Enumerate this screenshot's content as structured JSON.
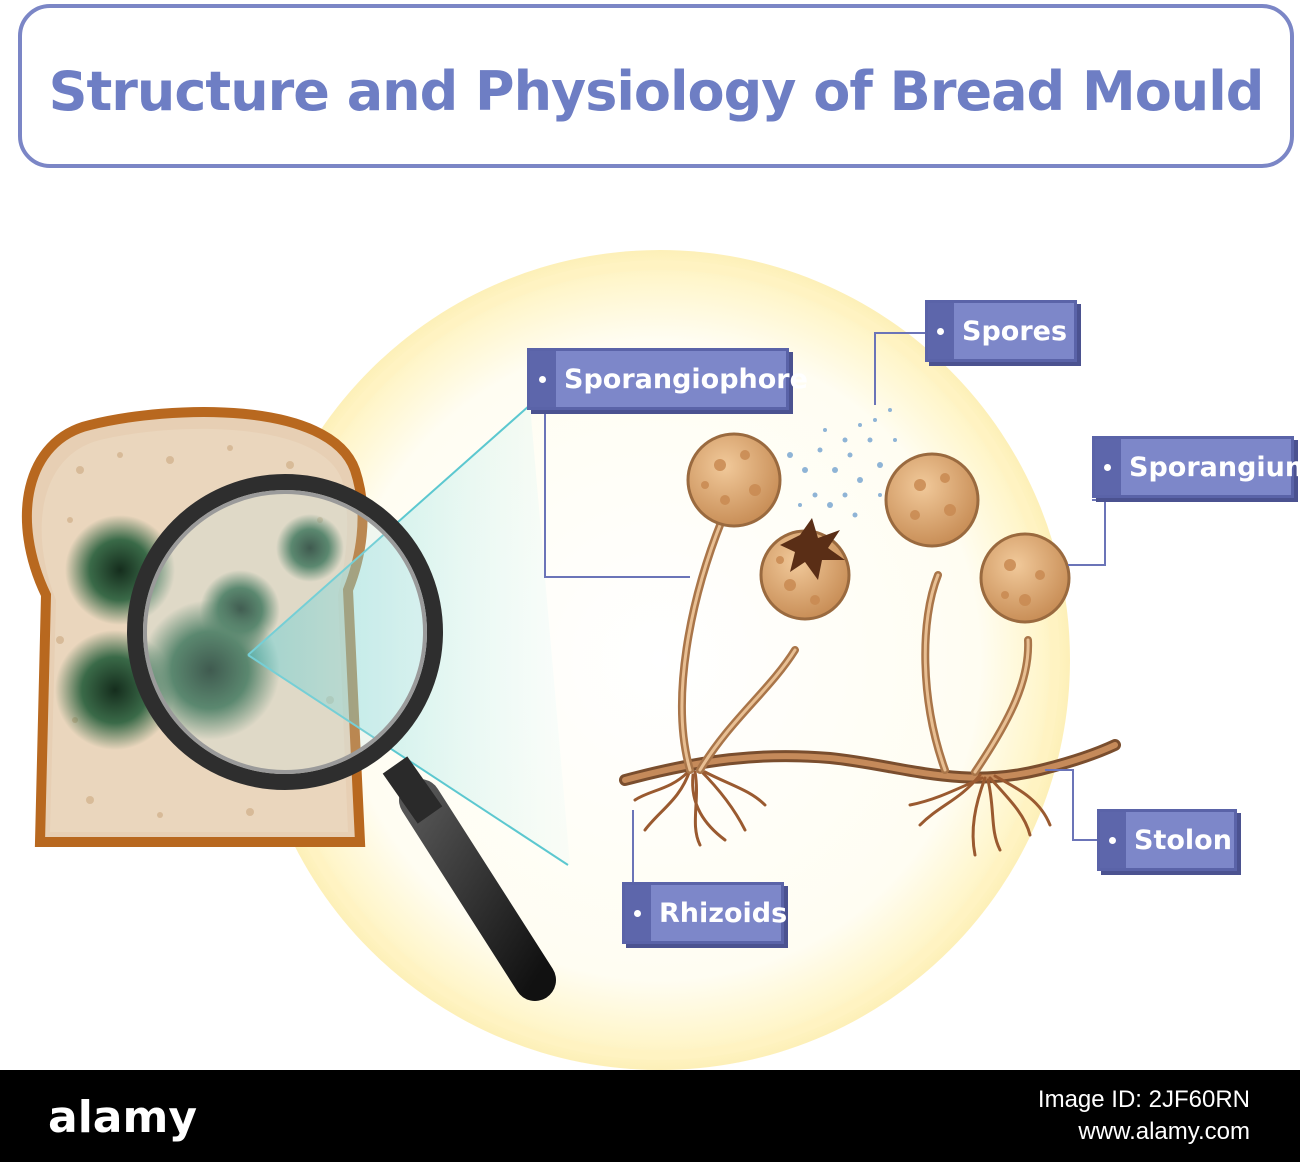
{
  "title": "Structure and Physiology of Bread Mould",
  "labels": {
    "sporangiophore": "Sporangiophore",
    "spores": "Spores",
    "sporangium": "Sporangium",
    "stolon": "Stolon",
    "rhizoids": "Rhizoids"
  },
  "footer": {
    "logo": "alamy",
    "image_id": "Image ID: 2JF60RN",
    "site": "www.alamy.com"
  },
  "colors": {
    "label_fill": "#7d87c9",
    "title_text": "#6e7ec4",
    "mould_green": "#2f5a3a",
    "fungus_tan": "#d6a26f"
  }
}
